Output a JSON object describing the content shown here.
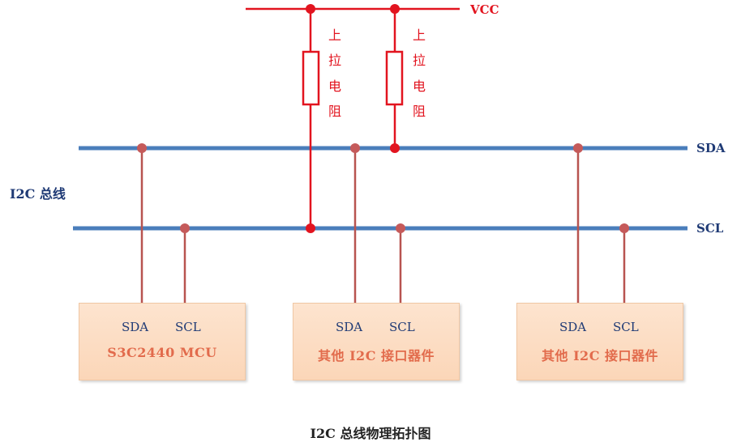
{
  "vcc_label": "VCC",
  "pullup_label": [
    "上",
    "拉",
    "电",
    "阻"
  ],
  "bus": {
    "title": "I2C 总线",
    "sda_label": "SDA",
    "scl_label": "SCL"
  },
  "devices": [
    {
      "label": "S3C2440 MCU",
      "sda": "SDA",
      "scl": "SCL"
    },
    {
      "label": "其他 I2C 接口器件",
      "sda": "SDA",
      "scl": "SCL"
    },
    {
      "label": "其他 I2C 接口器件",
      "sda": "SDA",
      "scl": "SCL"
    }
  ],
  "caption": "I2C 总线物理拓扑图",
  "colors": {
    "power": "#e2141f",
    "bus_line": "#4a7ebb",
    "stub": "#b85450",
    "node": "#c55a5a",
    "text_blue": "#1f3a75",
    "device_fill": "#fde4cf"
  }
}
